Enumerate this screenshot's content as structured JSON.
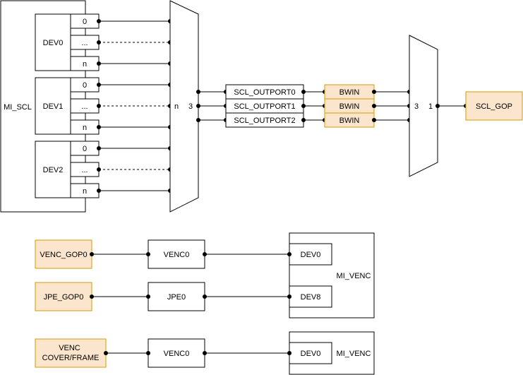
{
  "mi_scl": {
    "label": "MI_SCL",
    "devices": [
      {
        "label": "DEV0",
        "ports": [
          "0",
          "...",
          "n"
        ]
      },
      {
        "label": "DEV1",
        "ports": [
          "0",
          "...",
          "n"
        ]
      },
      {
        "label": "DEV2",
        "ports": [
          "0",
          "...",
          "n"
        ]
      }
    ]
  },
  "mux1": {
    "in_label": "n",
    "out_label": "3"
  },
  "output_ports": [
    "SCL_OUTPORT0",
    "SCL_OUTPORT1",
    "SCL_OUTPORT2"
  ],
  "bwin": [
    "BWIN",
    "BWIN",
    "BWIN"
  ],
  "mux2": {
    "in_label": "3",
    "out_label": "1"
  },
  "scl_gop": "SCL_GOP",
  "venc_block": {
    "sources": [
      "VENC_GOP0",
      "JPE_GOP0"
    ],
    "encoders": [
      "VENC0",
      "JPE0"
    ],
    "module": "MI_VENC",
    "devices": [
      "DEV0",
      "DEV8"
    ]
  },
  "cover_block": {
    "source": "VENC\nCOVER/FRAME",
    "encoder": "VENC0",
    "device": "DEV0",
    "module": "MI_VENC"
  },
  "colors": {
    "orange_fill": "#fce5cd",
    "orange_stroke": "#d79b00",
    "line": "#000000"
  }
}
